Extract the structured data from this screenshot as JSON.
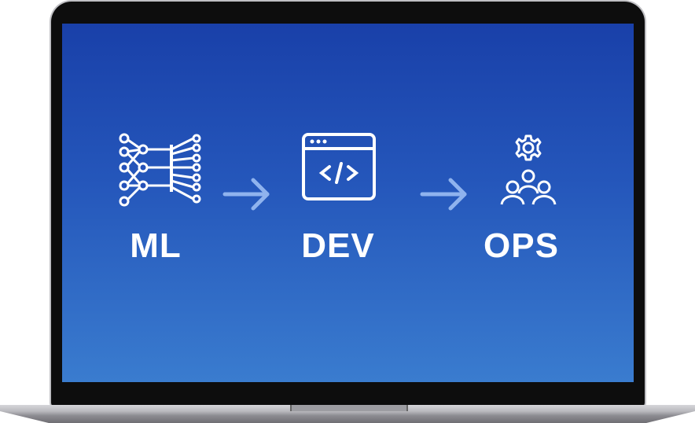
{
  "stages": [
    {
      "label": "ML",
      "icon": "neural-network-icon"
    },
    {
      "label": "DEV",
      "icon": "code-window-icon"
    },
    {
      "label": "OPS",
      "icon": "team-gear-icon"
    }
  ],
  "colors": {
    "screen_top": "#1940a9",
    "screen_bottom": "#3a7ccf",
    "arrow": "#8fb3ee",
    "icon": "#ffffff"
  }
}
